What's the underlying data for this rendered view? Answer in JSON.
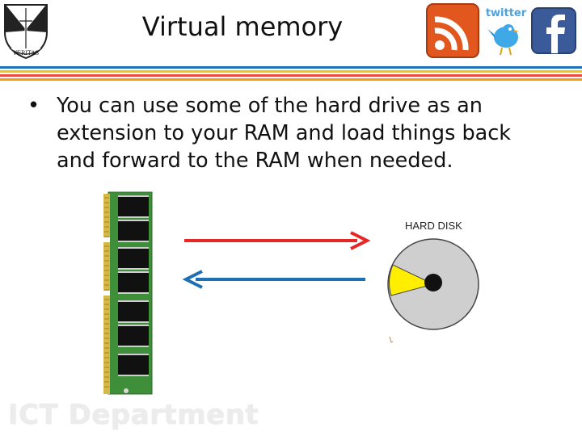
{
  "header": {
    "title": "Virtual memory",
    "crest_motto": "VERITAS",
    "twitter_label": "twitter"
  },
  "stripes_colors": [
    "#1e73b8",
    "#f1c40f",
    "#e74c3c",
    "#f39c12"
  ],
  "body": {
    "bullet_text": "You can use some of the hard drive as an extension to your RAM and load things back and forward to the RAM when needed."
  },
  "diagram": {
    "disk_label": "HARD DISK",
    "arrow_to_disk_color": "#e82626",
    "arrow_to_ram_color": "#1f6fb5",
    "ram_board_color": "#3f8f3a",
    "disk_slice_color": "#ffee00",
    "disk_color": "#cfcfcf"
  },
  "footer": {
    "text": "ICT Department"
  },
  "icons": {
    "rss": "rss-icon",
    "twitter": "twitter-icon",
    "facebook": "facebook-icon",
    "crest": "school-crest-icon"
  }
}
